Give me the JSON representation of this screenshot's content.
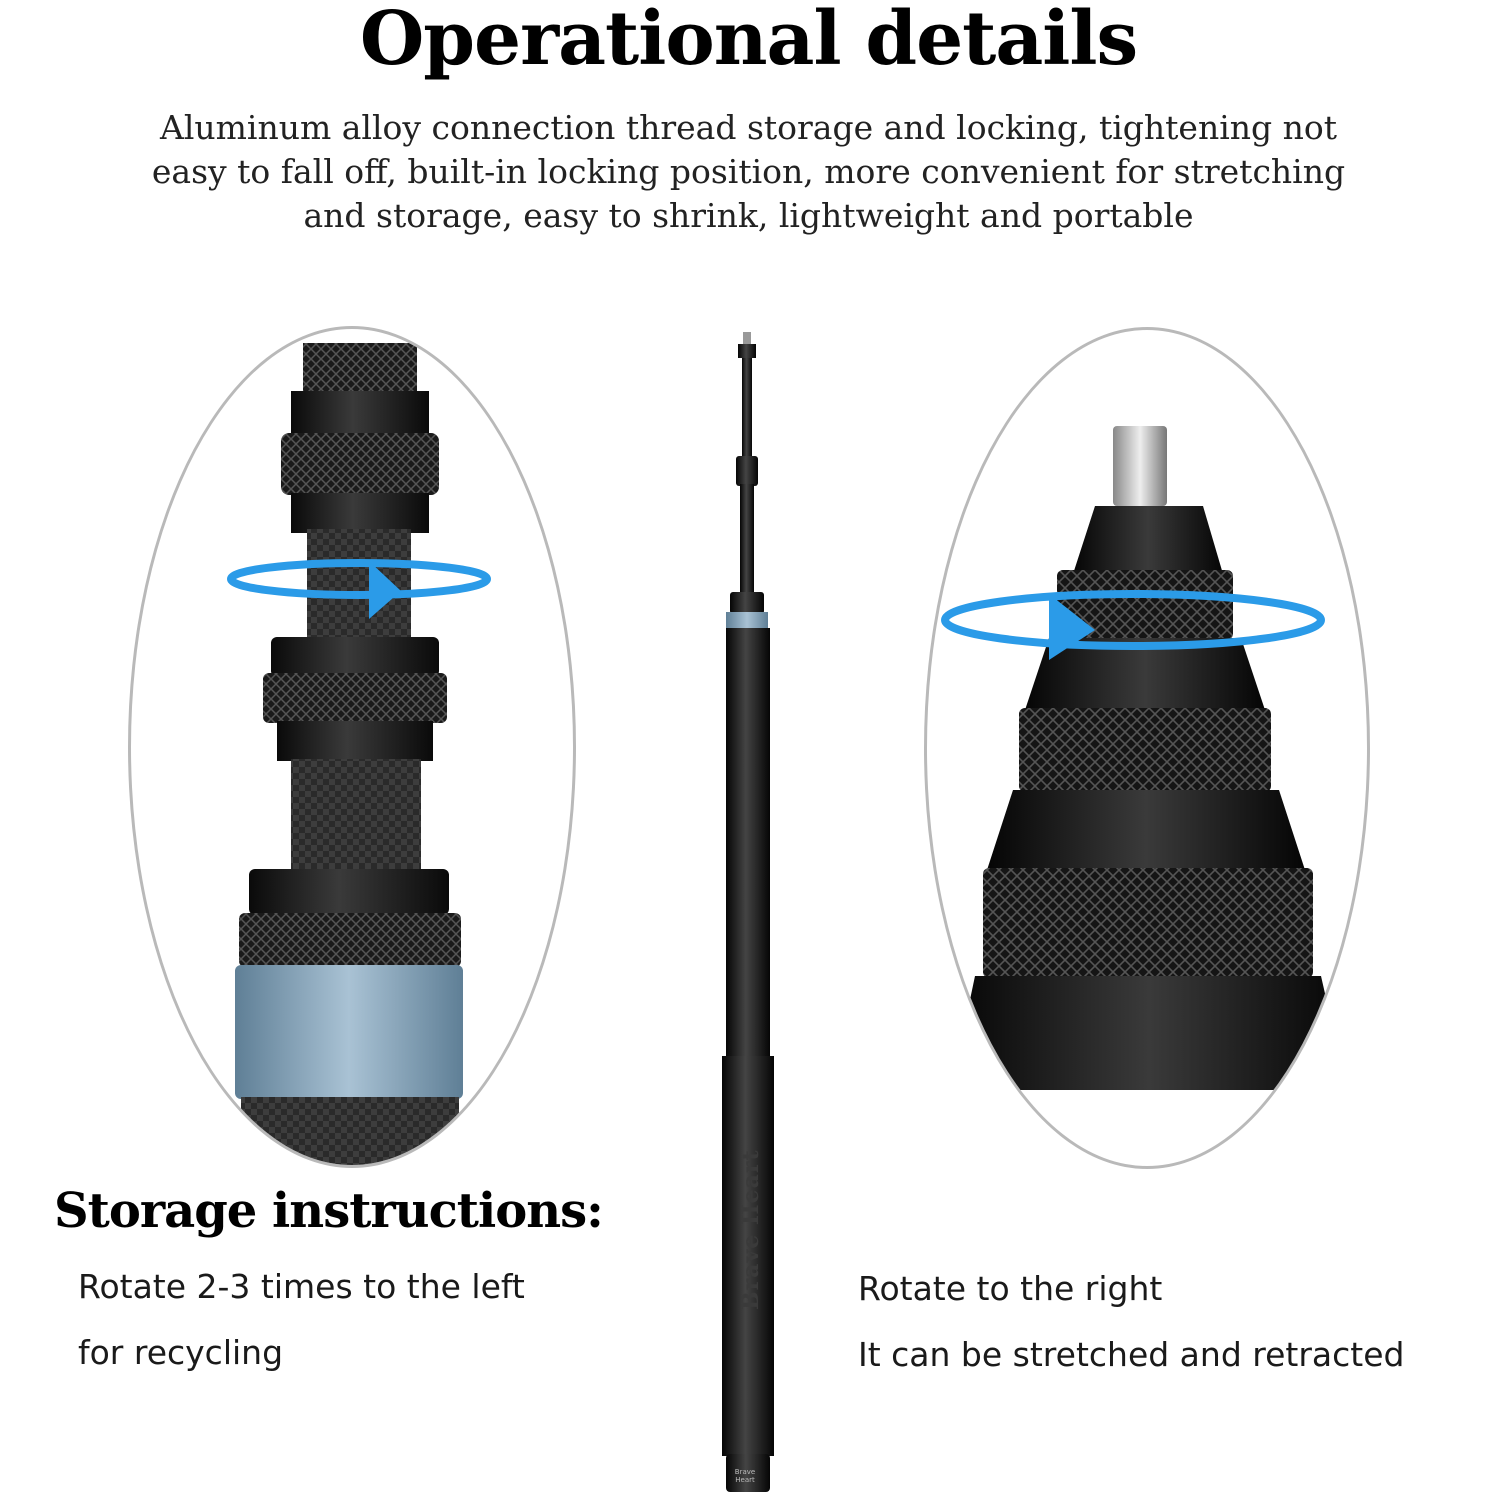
{
  "header": {
    "title": "Operational details",
    "description": [
      "Aluminum alloy connection thread storage and locking, tightening not",
      "easy to fall off, built-in locking position, more convenient for stretching",
      "and storage, easy to shrink, lightweight and portable"
    ]
  },
  "product": {
    "brand": "Brave Heart",
    "brand_tip": "Brave Heart"
  },
  "storage": {
    "title": "Storage instructions:",
    "left_lines": [
      "Rotate 2-3 times to the left",
      "for recycling"
    ],
    "right_lines": [
      "Rotate to the right",
      "It can be stretched and retracted"
    ]
  },
  "icons": {
    "left_arrow": "rotate-left-arrow-icon",
    "right_arrow": "rotate-right-arrow-icon"
  },
  "colors": {
    "accent_blue": "#2b9be8",
    "ring_blue": "#7f9fb6",
    "oval_border": "#b9b9b9"
  }
}
